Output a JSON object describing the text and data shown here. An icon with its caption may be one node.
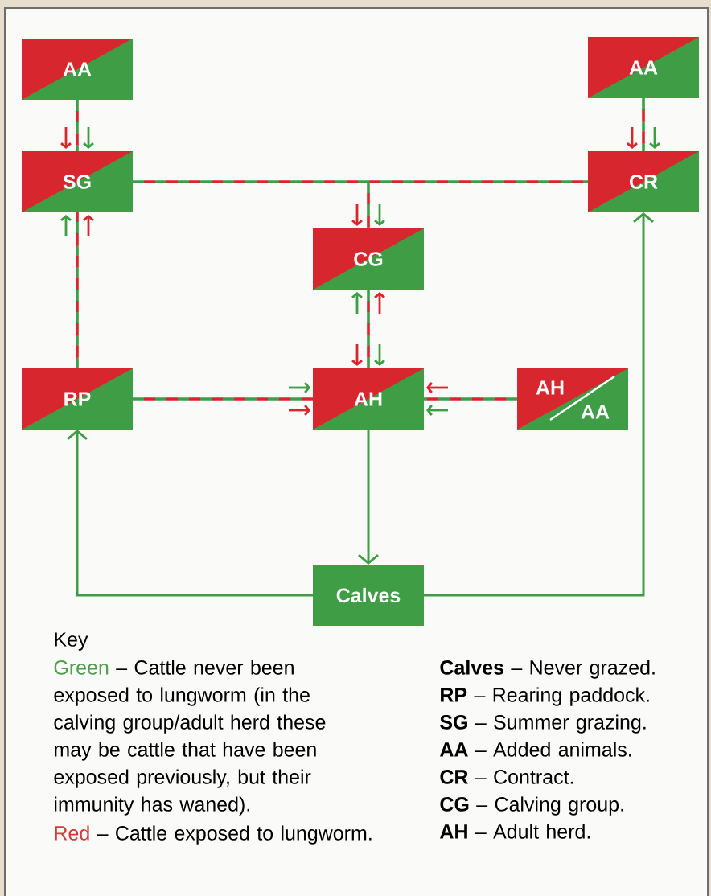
{
  "diagram": {
    "nodes": [
      {
        "text": [
          "AA"
        ]
      },
      {
        "text": [
          "AA"
        ]
      },
      {
        "text": [
          "SG"
        ]
      },
      {
        "text": [
          "CR"
        ]
      },
      {
        "text": [
          "CG"
        ]
      },
      {
        "text": [
          "RP"
        ]
      },
      {
        "text": [
          "AH"
        ]
      },
      {
        "text": [
          "AH",
          "AA"
        ]
      },
      {
        "text": [
          "Calves"
        ]
      }
    ],
    "edges": [
      {
        "from": 0,
        "to": 2,
        "arrow": "none",
        "style": "dashed"
      },
      {
        "from": 1,
        "to": 3,
        "arrow": "none",
        "style": "dashed"
      },
      {
        "from": 2,
        "to": 3,
        "arrow": "none",
        "style": "dashed"
      },
      {
        "from": null,
        "to": 4,
        "arrow": "none",
        "style": "dashed"
      },
      {
        "from": 5,
        "to": 2,
        "arrow": "none",
        "style": "dashed"
      },
      {
        "from": 4,
        "to": 6,
        "arrow": "none",
        "style": "dashed"
      },
      {
        "from": 5,
        "to": 6,
        "arrow": "none",
        "style": "dashed"
      },
      {
        "from": 7,
        "to": 6,
        "arrow": "none",
        "style": "dashed"
      },
      {
        "from": 6,
        "to": 8,
        "arrow": "to",
        "color": "#3f9e45"
      },
      {
        "from": 8,
        "to": 5,
        "arrow": "to",
        "color": "#3f9e45"
      },
      {
        "from": 8,
        "to": 3,
        "arrow": "to",
        "color": "#3f9e45"
      }
    ],
    "labels": [
      "Key",
      "– Cattle never been exposed to lungworm (in the calving group/adult herd these may be cattle that have been exposed previously, but their immunity has waned).",
      "– Cattle exposed to lungworm.",
      "**Calves** – Never grazed.",
      "**RP** – Rearing paddock.",
      "**SG** – Summer grazing.",
      "**AA** – Added animals.",
      "**CR** – Contract.",
      "**CG** – Calving group.",
      "**AH** – Adult herd."
    ],
    "legend": [
      {
        "text": "Green",
        "color": "#4f9f4f"
      },
      {
        "text": "Red",
        "color": "#d33b3b"
      }
    ]
  }
}
